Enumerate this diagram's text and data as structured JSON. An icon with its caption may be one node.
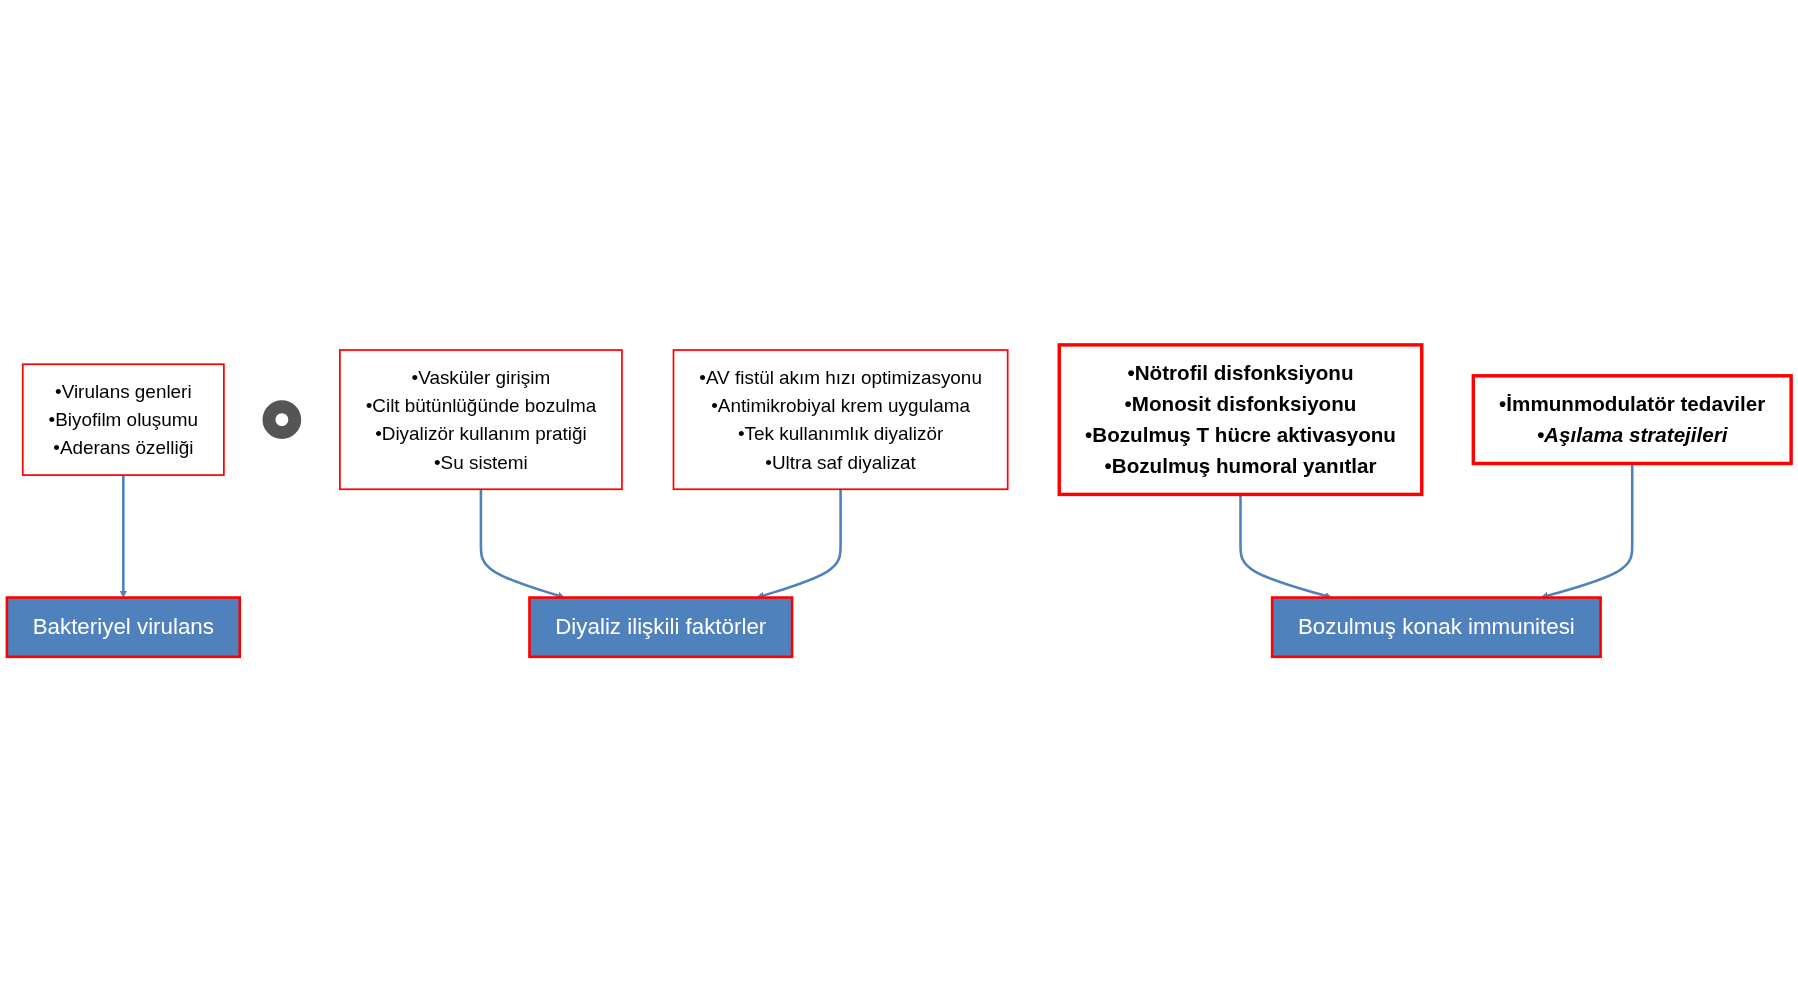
{
  "diagram": {
    "nodes": [
      {
        "text": [
          "•Virulans genleri",
          "•Biyofilm oluşumu",
          "•Aderans özelliği"
        ]
      },
      {
        "text": [
          "Bakteriyel virulans"
        ]
      },
      {
        "text": [],
        "shape": "circle"
      },
      {
        "text": [
          "•Vasküler girişim",
          "•Cilt bütünlüğünde bozulma",
          "•Diyalizör kullanım pratiği",
          "•Su sistemi"
        ]
      },
      {
        "text": [
          "Diyaliz ilişkili faktörler"
        ]
      },
      {
        "text": [
          "•AV fistül akım hızı optimizasyonu",
          "•Antimikrobiyal krem uygulama",
          "•Tek kullanımlık diyalizör",
          "•Ultra saf diyalizat"
        ]
      },
      {
        "text": [
          "•Nötrofil disfonksiyonu",
          "•Monosit disfonksiyonu",
          "•Bozulmuş T hücre aktivasyonu",
          "•Bozulmuş humoral yanıtlar"
        ]
      },
      {
        "text": [
          "Bozulmuş konak immunitesi"
        ]
      },
      {
        "text": [
          "•İmmunmodulatör tedaviler",
          "•Aşılama stratejileri"
        ]
      }
    ],
    "edges": [
      {
        "from": 0,
        "to": 1,
        "arrow": "to"
      },
      {
        "from": 3,
        "to": 4,
        "arrow": "to"
      },
      {
        "from": 5,
        "to": 4,
        "arrow": "to"
      },
      {
        "from": 6,
        "to": 7,
        "arrow": "to"
      },
      {
        "from": 8,
        "to": 7,
        "arrow": "to"
      }
    ]
  }
}
